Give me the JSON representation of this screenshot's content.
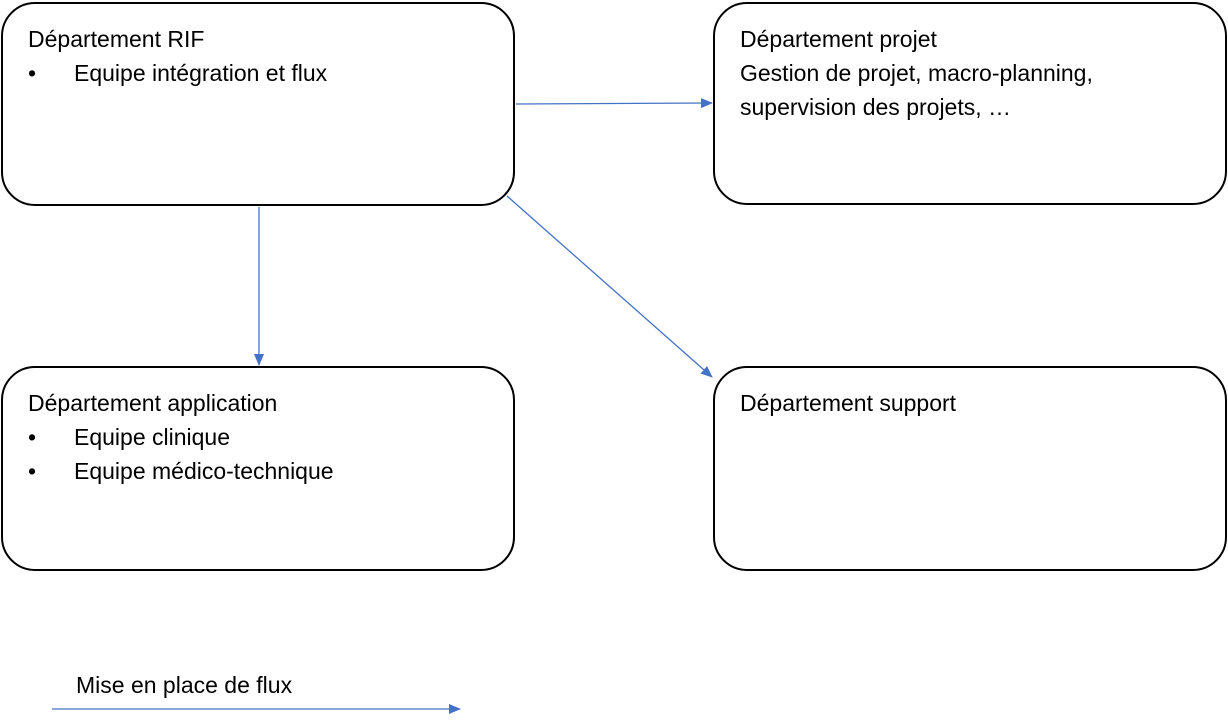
{
  "departments": {
    "rif": {
      "title": "Département RIF",
      "items": [
        "Equipe intégration et flux"
      ]
    },
    "projet": {
      "title": "Département projet",
      "lines": [
        "Gestion de projet, macro-planning,",
        "supervision des projets, …"
      ]
    },
    "application": {
      "title": "Département application",
      "items": [
        "Equipe clinique",
        "Equipe médico-technique"
      ]
    },
    "support": {
      "title": "Département support"
    }
  },
  "legend": {
    "label": "Mise en place de flux"
  },
  "bullet_symbol": "•",
  "colors": {
    "arrow": "#4472C4",
    "box_border": "#000000",
    "text": "#000000"
  }
}
